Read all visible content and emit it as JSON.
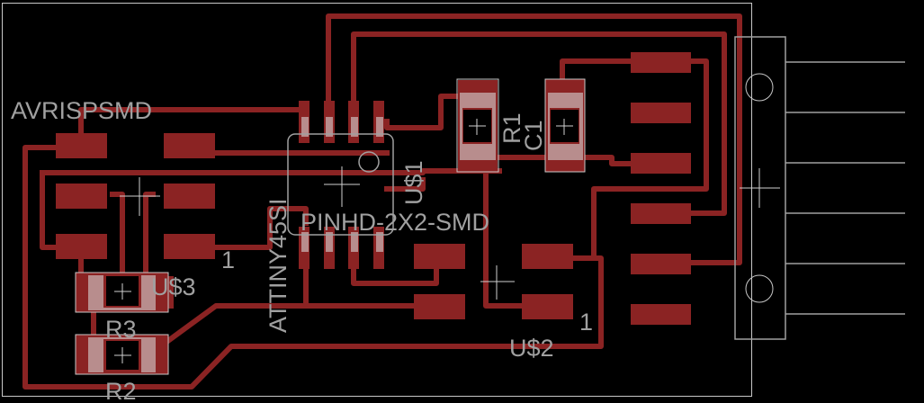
{
  "app": {
    "name": "PCB board layout view"
  },
  "colors": {
    "background": "#000000",
    "copper": "#8b2323",
    "silkscreen": "#a0a0a0",
    "outline": "#c8c8c8"
  },
  "components": {
    "avrisp": {
      "name": "AVRISPSMD",
      "pin1_label": "1",
      "ref": "U$3"
    },
    "mcu": {
      "name": "ATTINY45SI",
      "ref": "U$1"
    },
    "header": {
      "name": "PINHD-2X2-SMD",
      "ref": "U$2",
      "pin1_label": "1"
    },
    "r1": {
      "ref": "R1"
    },
    "c1": {
      "ref": "C1"
    },
    "r2": {
      "ref": "R2"
    },
    "r3": {
      "ref": "R3"
    },
    "connector": {
      "name": "6-pin edge connector",
      "pin_count": 6
    }
  }
}
